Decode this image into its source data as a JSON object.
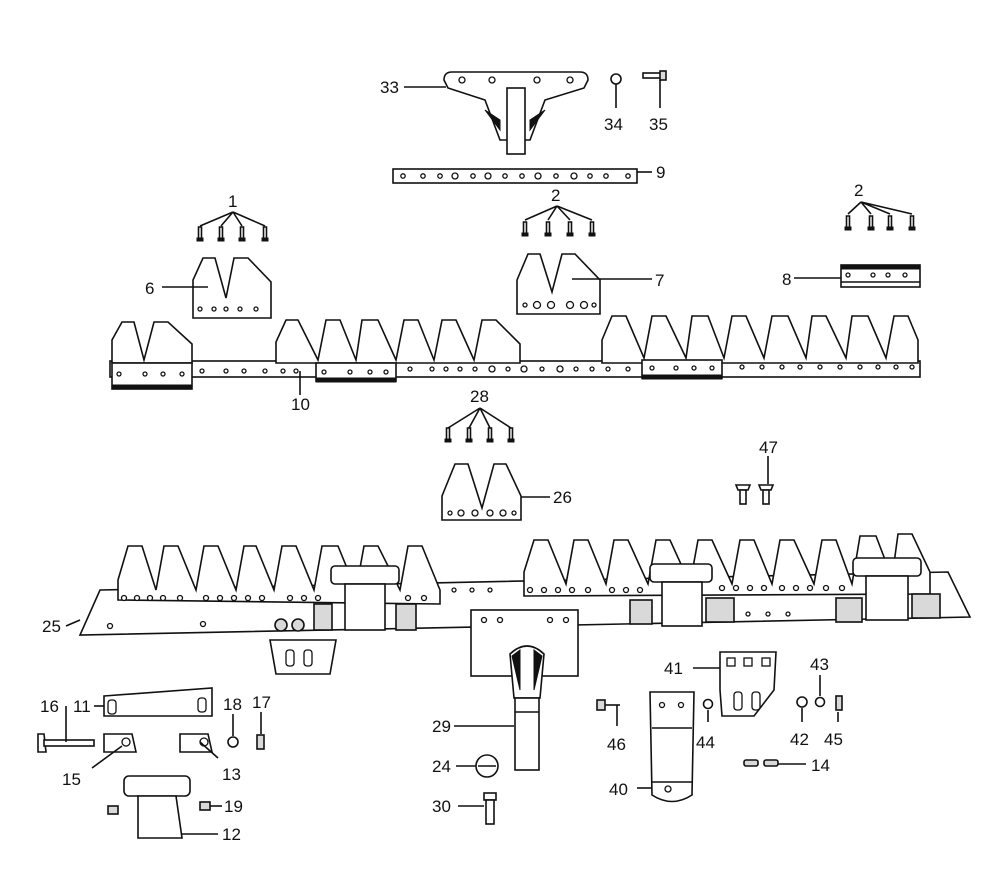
{
  "diagram": {
    "callouts": [
      "1",
      "2",
      "2",
      "6",
      "7",
      "8",
      "9",
      "10",
      "11",
      "12",
      "13",
      "14",
      "15",
      "16",
      "17",
      "18",
      "19",
      "24",
      "25",
      "26",
      "28",
      "29",
      "30",
      "33",
      "34",
      "35",
      "40",
      "41",
      "42",
      "43",
      "44",
      "45",
      "46",
      "47"
    ]
  }
}
